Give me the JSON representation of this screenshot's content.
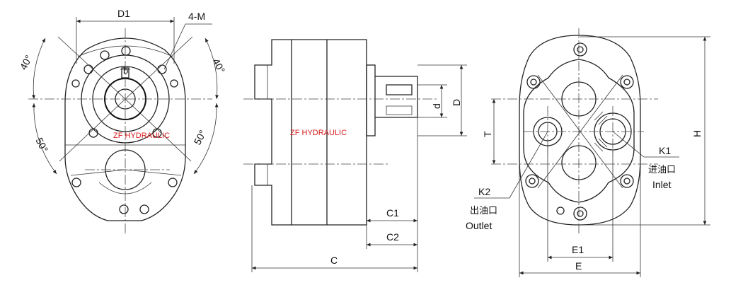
{
  "labels": {
    "d1": "D1",
    "m4": "4-M",
    "b": "b",
    "ang_tl": "40°",
    "ang_tr": "40°",
    "ang_bl": "50°",
    "ang_br": "50°",
    "watermark": "ZF HYDRAULIC",
    "d": "d",
    "D": "D",
    "C1": "C1",
    "C2": "C2",
    "C": "C",
    "T": "T",
    "H": "H",
    "K1": "K1",
    "inlet_cn": "进油口",
    "inlet_en": "Inlet",
    "K2": "K2",
    "outlet_cn": "出油口",
    "outlet_en": "Outlet",
    "E1": "E1",
    "E": "E"
  }
}
